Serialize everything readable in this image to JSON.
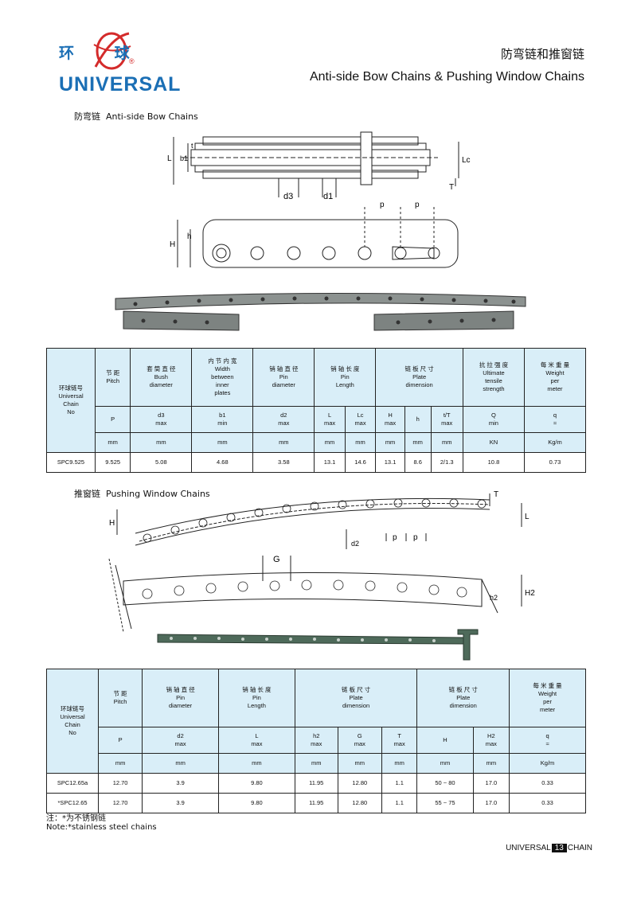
{
  "header": {
    "logo_cn": "环  球",
    "logo_reg": "®",
    "logo_en": "UNIVERSAL",
    "title_cn": "防弯链和推窗链",
    "title_en": "Anti-side Bow Chains & Pushing Window Chains"
  },
  "section1": {
    "title_cn": "防弯链",
    "title_en": "Anti-side Bow Chains",
    "diagram_labels": {
      "L": "L",
      "b1": "b1",
      "t": "t",
      "Lc": "Lc",
      "T": "T",
      "d3": "d3",
      "d1": "d1",
      "p": "p",
      "H": "H",
      "h": "h"
    },
    "table": {
      "head_row1": [
        "环球链号\nUniversal\nChain\nNo",
        "节 距\nPitch",
        "套 筒 直 径\nBush\ndiameter",
        "内 节 内 宽\nWidth\nbetween\ninner\nplates",
        "销 轴 直 径\nPin\ndiameter",
        "销 轴 长 度\nPin\nLength",
        "链 板 尺 寸\nPlate\ndimension",
        "抗 拉 强 度\nUltimate\ntensile\nstrength",
        "每 米 重 量\nWeight\nper\nmeter"
      ],
      "head_row2": [
        "P",
        "d3\nmax",
        "b1\nmin",
        "d2\nmax",
        "L\nmax",
        "Lc\nmax",
        "H\nmax",
        "h",
        "t/T\nmax",
        "Q\nmin",
        "q\n≈"
      ],
      "units": [
        "mm",
        "mm",
        "mm",
        "mm",
        "mm",
        "mm",
        "mm",
        "mm",
        "mm",
        "KN",
        "Kg/m"
      ],
      "rows": [
        [
          "SPC9.525",
          "9.525",
          "5.08",
          "4.68",
          "3.58",
          "13.1",
          "14.6",
          "13.1",
          "8.6",
          "2/1.3",
          "10.8",
          "0.73"
        ]
      ]
    }
  },
  "section2": {
    "title_cn": "推窗链",
    "title_en": "Pushing Window Chains",
    "diagram_labels": {
      "T": "T",
      "L": "L",
      "H": "H",
      "d2": "d2",
      "p": "p",
      "G": "G",
      "H2": "H2",
      "h2": "h2"
    },
    "table": {
      "head_row1": [
        "环球链号\nUniversal\nChain\nNo",
        "节 距\nPitch",
        "销 轴 直 径\nPin\ndiameter",
        "销 轴 长 度\nPin\nLength",
        "链 板 尺 寸\nPlate\ndimension",
        "链 板 尺 寸\nPlate\ndimension",
        "每 米 重 量\nWeight\nper\nmeter"
      ],
      "head_row2": [
        "P",
        "d2\nmax",
        "L\nmax",
        "h2\nmax",
        "G\nmax",
        "T\nmax",
        "H",
        "H2\nmax",
        "q\n≈"
      ],
      "units": [
        "mm",
        "mm",
        "mm",
        "mm",
        "mm",
        "mm",
        "mm",
        "mm",
        "Kg/m"
      ],
      "rows": [
        [
          "SPC12.65a",
          "12.70",
          "3.9",
          "9.80",
          "11.95",
          "12.80",
          "1.1",
          "50 ~ 80",
          "17.0",
          "0.33"
        ],
        [
          "*SPC12.65",
          "12.70",
          "3.9",
          "9.80",
          "11.95",
          "12.80",
          "1.1",
          "55 ~ 75",
          "17.0",
          "0.33"
        ]
      ]
    }
  },
  "notes": {
    "cn": "注：*为不锈钢链",
    "en": "Note:*stainless steel chains"
  },
  "footer": {
    "left": "UNIVERSAL",
    "page": "13",
    "right": "CHAIN"
  },
  "colors": {
    "brand": "#1b6fb5",
    "logo_red": "#d42b2b",
    "table_header": "#d9eef8"
  }
}
